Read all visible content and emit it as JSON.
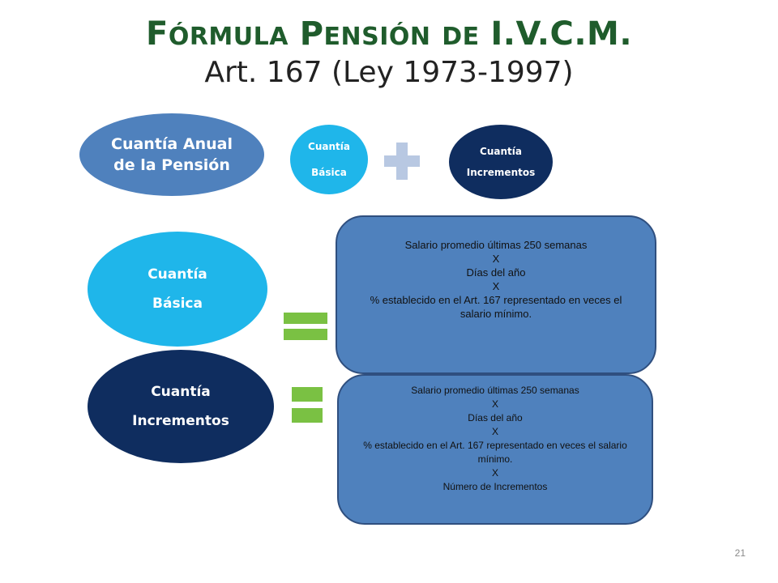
{
  "title": {
    "line1_f": "F",
    "line1_ormula": "ÓRMULA",
    "line1_p": "P",
    "line1_ension": "ENSIÓN",
    "line1_de": "DE",
    "line1_ivcm": "I.V.C.M.",
    "line2": "Art. 167 (Ley 1973-1997)"
  },
  "top_row": {
    "anual": [
      "Cuantía Anual",
      "de la Pensión"
    ],
    "basica": [
      "Cuantía",
      "Básica"
    ],
    "incrementos": [
      "Cuantía",
      "Incrementos"
    ]
  },
  "rows": {
    "basica_label": [
      "Cuantía",
      "Básica"
    ],
    "incrementos_label": [
      "Cuantía",
      "Incrementos"
    ]
  },
  "box_basica": [
    "Salario promedio últimas 250 semanas",
    "X",
    "Días del año",
    "X",
    "% establecido en el Art. 167 representado en veces el salario mínimo."
  ],
  "box_incrementos": [
    "Salario promedio últimas 250 semanas",
    "X",
    "Días del año",
    "X",
    "% establecido en el Art. 167 representado en veces el salario mínimo.",
    "X",
    "Número de Incrementos"
  ],
  "page_number": "21",
  "colors": {
    "title_green": "#1f5c2c",
    "steel_blue": "#4f81bd",
    "cyan": "#1fb6ea",
    "navy": "#0f2d5f",
    "plus_gray": "#b8c8e2",
    "equal_green": "#7ac143"
  }
}
